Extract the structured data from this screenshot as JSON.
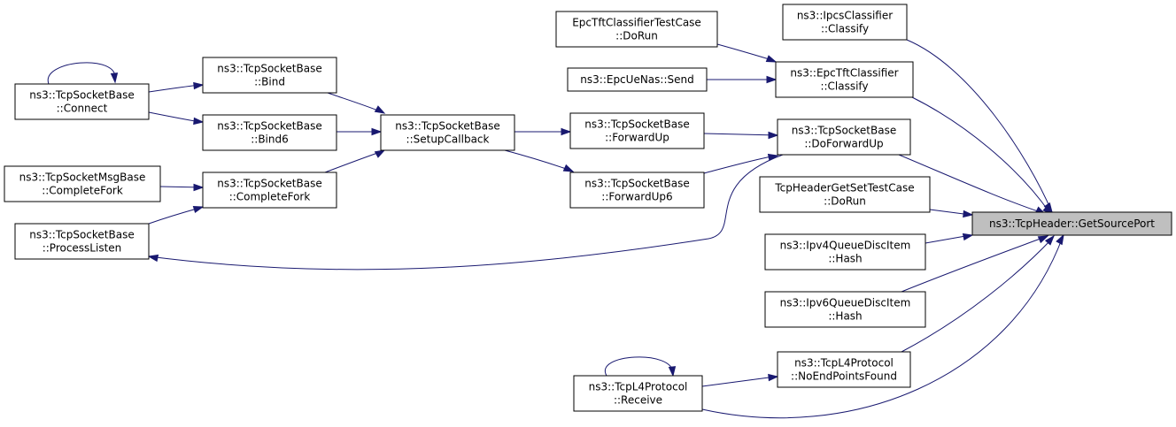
{
  "colors": {
    "edge": "#191970",
    "root_fill": "#bfbfbf",
    "node_fill": "#ffffff",
    "node_border": "#000000"
  },
  "nodes": [
    {
      "id": "root",
      "lines": [
        "ns3::TcpHeader::GetSourcePort"
      ]
    },
    {
      "id": "ipcs",
      "lines": [
        "ns3::IpcsClassifier",
        "::Classify"
      ]
    },
    {
      "id": "epcTftTest",
      "lines": [
        "EpcTftClassifierTestCase",
        "::DoRun"
      ]
    },
    {
      "id": "epcTftClassify",
      "lines": [
        "ns3::EpcTftClassifier",
        "::Classify"
      ]
    },
    {
      "id": "epcUeNas",
      "lines": [
        "ns3::EpcUeNas::Send"
      ]
    },
    {
      "id": "doForwardUp",
      "lines": [
        "ns3::TcpSocketBase",
        "::DoForwardUp"
      ]
    },
    {
      "id": "forwardUp",
      "lines": [
        "ns3::TcpSocketBase",
        "::ForwardUp"
      ]
    },
    {
      "id": "forwardUp6",
      "lines": [
        "ns3::TcpSocketBase",
        "::ForwardUp6"
      ]
    },
    {
      "id": "setupCallback",
      "lines": [
        "ns3::TcpSocketBase",
        "::SetupCallback"
      ]
    },
    {
      "id": "bind",
      "lines": [
        "ns3::TcpSocketBase",
        "::Bind"
      ]
    },
    {
      "id": "bind6",
      "lines": [
        "ns3::TcpSocketBase",
        "::Bind6"
      ]
    },
    {
      "id": "completeFork",
      "lines": [
        "ns3::TcpSocketBase",
        "::CompleteFork"
      ]
    },
    {
      "id": "connect",
      "lines": [
        "ns3::TcpSocketBase",
        "::Connect"
      ]
    },
    {
      "id": "msgCompleteFork",
      "lines": [
        "ns3::TcpSocketMsgBase",
        "::CompleteFork"
      ]
    },
    {
      "id": "processListen",
      "lines": [
        "ns3::TcpSocketBase",
        "::ProcessListen"
      ]
    },
    {
      "id": "tcpHeaderTest",
      "lines": [
        "TcpHeaderGetSetTestCase",
        "::DoRun"
      ]
    },
    {
      "id": "ipv4Hash",
      "lines": [
        "ns3::Ipv4QueueDiscItem",
        "::Hash"
      ]
    },
    {
      "id": "ipv6Hash",
      "lines": [
        "ns3::Ipv6QueueDiscItem",
        "::Hash"
      ]
    },
    {
      "id": "noEndPoints",
      "lines": [
        "ns3::TcpL4Protocol",
        "::NoEndPointsFound"
      ]
    },
    {
      "id": "receive",
      "lines": [
        "ns3::TcpL4Protocol",
        "::Receive"
      ]
    }
  ],
  "edges": [
    {
      "from": "ipcs",
      "to": "root"
    },
    {
      "from": "epcTftTest",
      "to": "epcTftClassify"
    },
    {
      "from": "epcUeNas",
      "to": "epcTftClassify"
    },
    {
      "from": "epcTftClassify",
      "to": "root"
    },
    {
      "from": "doForwardUp",
      "to": "root"
    },
    {
      "from": "forwardUp",
      "to": "doForwardUp"
    },
    {
      "from": "forwardUp6",
      "to": "doForwardUp"
    },
    {
      "from": "setupCallback",
      "to": "forwardUp"
    },
    {
      "from": "setupCallback",
      "to": "forwardUp6"
    },
    {
      "from": "bind",
      "to": "setupCallback"
    },
    {
      "from": "bind6",
      "to": "setupCallback"
    },
    {
      "from": "completeFork",
      "to": "setupCallback"
    },
    {
      "from": "connect",
      "to": "bind"
    },
    {
      "from": "connect",
      "to": "bind6"
    },
    {
      "from": "connect",
      "to": "connect"
    },
    {
      "from": "msgCompleteFork",
      "to": "completeFork"
    },
    {
      "from": "processListen",
      "to": "completeFork"
    },
    {
      "from": "doForwardUp",
      "to": "processListen"
    },
    {
      "from": "tcpHeaderTest",
      "to": "root"
    },
    {
      "from": "ipv4Hash",
      "to": "root"
    },
    {
      "from": "ipv6Hash",
      "to": "root"
    },
    {
      "from": "noEndPoints",
      "to": "root"
    },
    {
      "from": "receive",
      "to": "noEndPoints"
    },
    {
      "from": "receive",
      "to": "receive"
    },
    {
      "from": "receive",
      "to": "root"
    }
  ]
}
